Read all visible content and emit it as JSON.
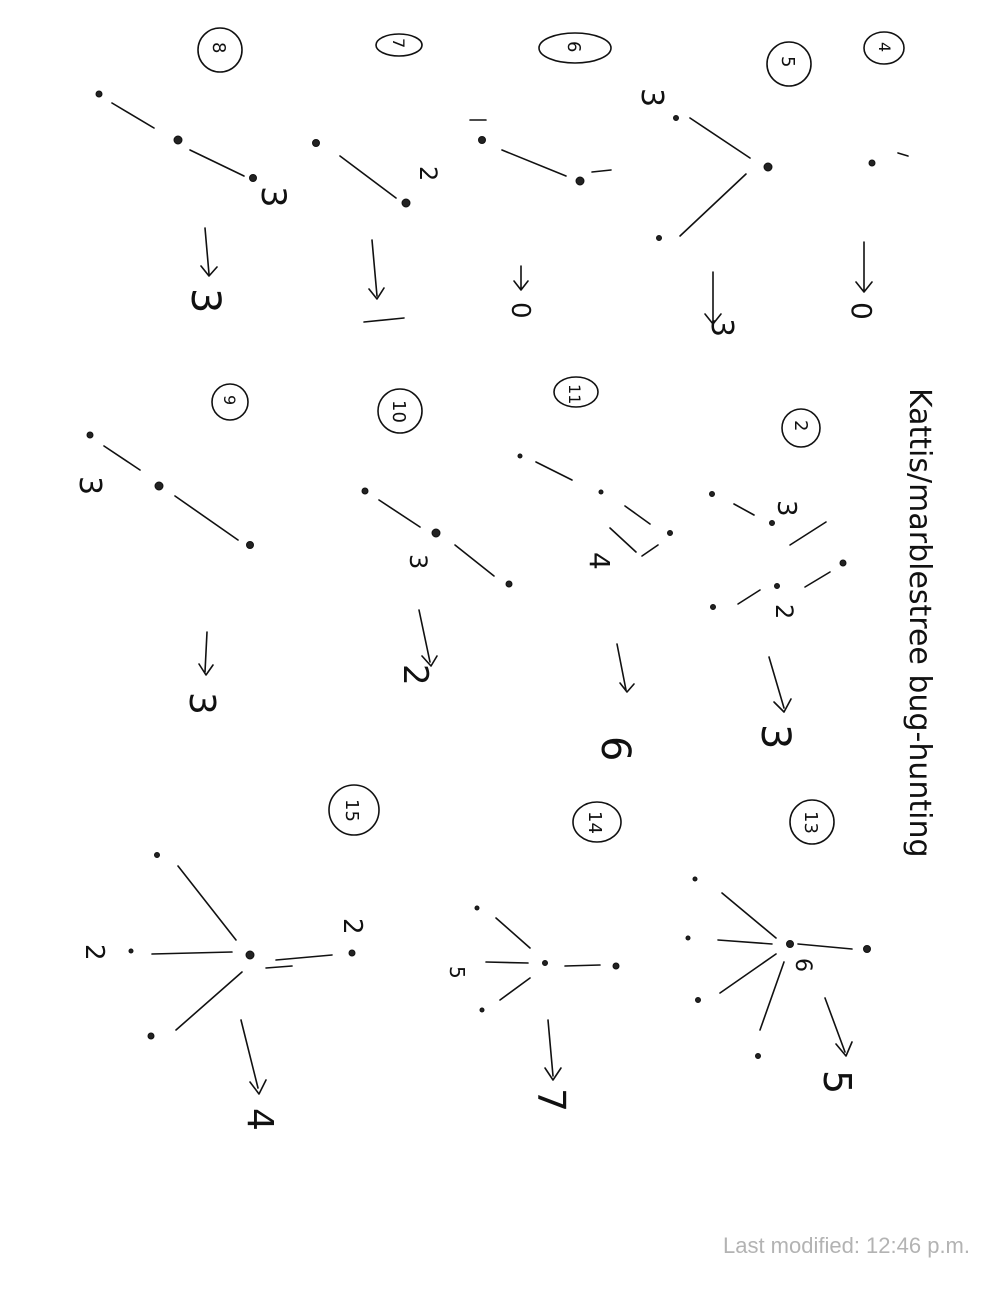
{
  "page_title": "Kattis/marblestree  bug-hunting",
  "status": {
    "last_modified": "Last modified: 12:46 p.m."
  },
  "colors": {
    "ink": "#111111",
    "status_text": "#b3b3b3",
    "background": "#ffffff"
  },
  "cases": [
    {
      "number": "4",
      "answer": "0"
    },
    {
      "number": "5",
      "answer": "3"
    },
    {
      "number": "6",
      "answer": "0"
    },
    {
      "number": "7",
      "answer": "1"
    },
    {
      "number": "8",
      "answer": "3"
    },
    {
      "number": "2",
      "answer": "3"
    },
    {
      "number": "11",
      "answer": "6"
    },
    {
      "number": "10",
      "answer": "2"
    },
    {
      "number": "9",
      "answer": "3"
    },
    {
      "number": "13",
      "answer": "5"
    },
    {
      "number": "14",
      "answer": "7"
    },
    {
      "number": "15",
      "answer": "4"
    }
  ],
  "node_values": {
    "case5_top": "3",
    "case7_end": "2",
    "case8_end": "3",
    "case2_a": "3",
    "case2_b": "2",
    "case11": "4",
    "case10": "3",
    "case9": "3",
    "case13": "6",
    "case14": "5",
    "case15_left": "2",
    "case15_right": "2"
  }
}
